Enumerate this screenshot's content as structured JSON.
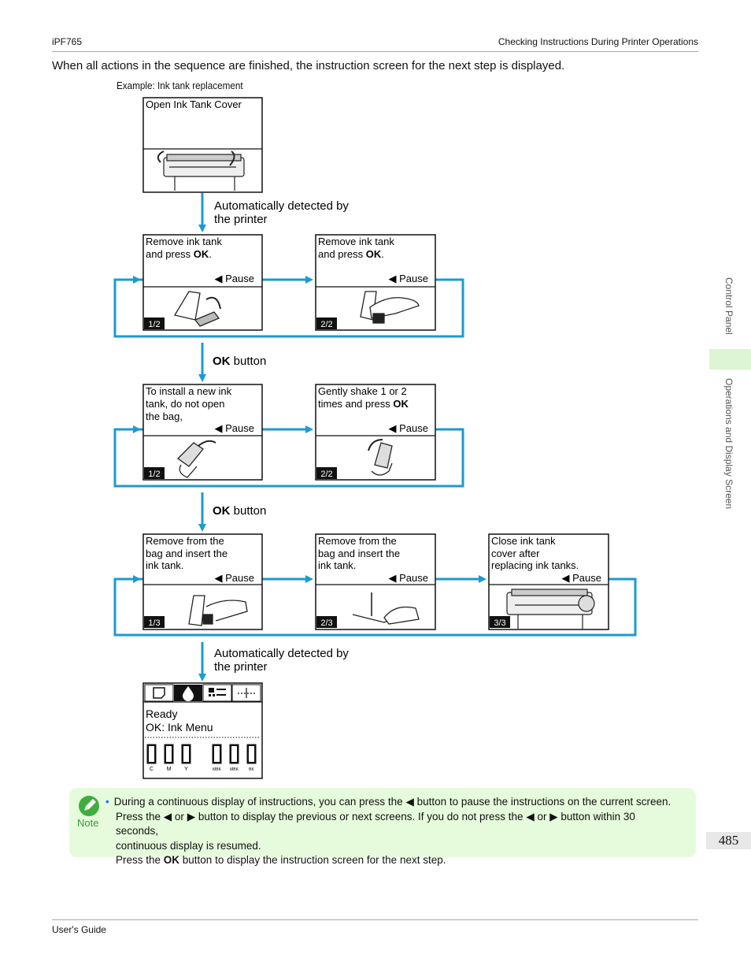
{
  "header": {
    "left": "iPF765",
    "right": "Checking Instructions During Printer Operations"
  },
  "intro": "When all actions in the sequence are finished, the instruction screen for the next step is displayed.",
  "example_caption": "Example: Ink tank replacement",
  "steps": {
    "open_cover": "Open Ink Tank Cover",
    "auto_detect_1a": "Automatically detected by",
    "auto_detect_1b": "the printer",
    "auto_detect_2a": "Automatically detected by",
    "auto_detect_2b": "the printer",
    "ok_word": "OK",
    "button_word": " button",
    "pause": "◀ Pause",
    "row1": {
      "s1_line1": "Remove ink tank",
      "s1_line2_pre": "and press ",
      "s1_line2_bold": "OK",
      "s1_line2_post": ".",
      "s1_page": "1/2",
      "s2_line1": "Remove ink tank",
      "s2_line2_pre": "and press ",
      "s2_line2_bold": "OK",
      "s2_line2_post": ".",
      "s2_page": "2/2"
    },
    "row2": {
      "s1_line1": "To install a new ink",
      "s1_line2": "tank, do not open",
      "s1_line3": "the bag,",
      "s1_page": "1/2",
      "s2_line1": "Gently shake 1 or 2",
      "s2_line2_pre": "times and press ",
      "s2_line2_bold": "OK",
      "s2_page": "2/2"
    },
    "row3": {
      "s1_line1": "Remove from the",
      "s1_line2": "bag and insert the",
      "s1_line3": "ink tank.",
      "s1_page": "1/3",
      "s2_line1": "Remove from the",
      "s2_line2": "bag and insert the",
      "s2_line3": "ink tank.",
      "s2_page": "2/3",
      "s3_line1": "Close ink tank",
      "s3_line2": "cover after",
      "s3_line3": "replacing ink tanks.",
      "s3_page": "3/3"
    },
    "ready": {
      "line1": "Ready",
      "line2": "OK: Ink Menu",
      "ink_labels": [
        "C",
        "M",
        "Y",
        "MBK",
        "MBK",
        "BK"
      ]
    }
  },
  "sidebar": {
    "top": "Control Panel",
    "bottom": "Operations and Display Screen"
  },
  "page_number": "485",
  "note": {
    "label": "Note",
    "line1_a": "During a continuous display of instructions, you can press the ",
    "line1_b": " button to pause the instructions on the current screen.",
    "line2_a": "Press the ",
    "line2_b": " or ",
    "line2_c": " button to display the previous or next screens. If you do not press the ",
    "line2_d": " or ",
    "line2_e": " button within 30 seconds,",
    "line3": "continuous display is resumed.",
    "line4_a": "Press the ",
    "line4_bold": "OK",
    "line4_b": " button to display the instruction screen for the next step."
  },
  "footer": "User's Guide",
  "colors": {
    "arrow": "#1a9bd1",
    "note_bg": "#e6fbdc",
    "side_band": "#ddf5d2"
  }
}
